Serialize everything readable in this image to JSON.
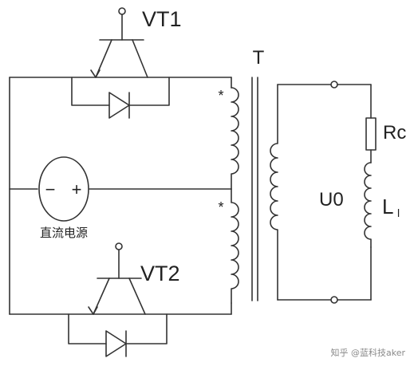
{
  "labels": {
    "vt1": "VT1",
    "vt2": "VT2",
    "transformer": "T",
    "source_minus": "−",
    "source_plus": "+",
    "source_caption": "直流电源",
    "resistor": "Rc",
    "inductor": "L",
    "inductor_sub": "l",
    "output_voltage": "U0",
    "dot_mark": "*"
  },
  "watermark": "知乎 @蓝科技aker",
  "colors": {
    "line": "#333333",
    "text": "#222222",
    "watermark": "#8a8a8a"
  }
}
